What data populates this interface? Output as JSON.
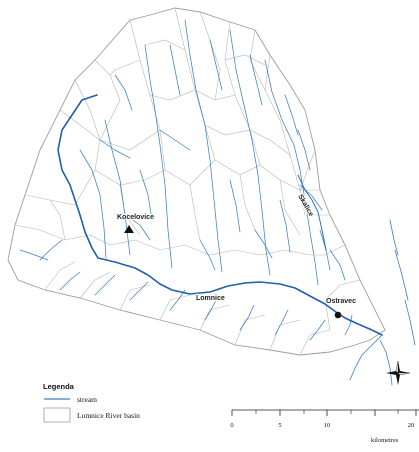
{
  "places": {
    "kocelovice": {
      "label": "Kocelovice",
      "symbol": "triangle-icon"
    },
    "ostravec": {
      "label": "Ostravec",
      "symbol": "dot-icon"
    }
  },
  "rivers": {
    "main": "Lomnice",
    "tributary": "Skalice"
  },
  "legend": {
    "title": "Legenda",
    "stream_label": "stream",
    "basin_label": "Lomnice River basin"
  },
  "scalebar": {
    "ticks": [
      "0",
      "5",
      "10",
      "",
      "20"
    ],
    "unit": "kilometres"
  },
  "north_arrow": {
    "icon": "compass-rose-icon"
  },
  "colors": {
    "stream": "#3d7fc4",
    "main_river": "#1f5fb0",
    "subbasin_boundary": "#b7b7b7",
    "basin_outline": "#9c9c9c"
  }
}
